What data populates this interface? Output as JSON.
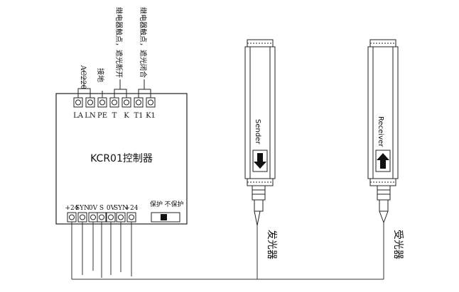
{
  "controller": {
    "title": "KCR01控制器",
    "top_terminals": [
      "LA",
      "LN",
      "PE",
      "T",
      "K",
      "T1",
      "K1"
    ],
    "bottom_terminals": [
      "+24",
      "SYN",
      "0V",
      "S",
      "0V",
      "SYN",
      "+24"
    ],
    "switch_labels": [
      "保护",
      "不保护"
    ]
  },
  "wiring_notes": {
    "ac": "AC220",
    "ground": "接地",
    "relay_open": "继电器触点，遮光断开",
    "relay_close": "继电器触点，遮光闭合"
  },
  "devices": {
    "sender_label": "Sender",
    "receiver_label": "Receiver",
    "sender_caption": "发光器",
    "receiver_caption": "受光器"
  }
}
